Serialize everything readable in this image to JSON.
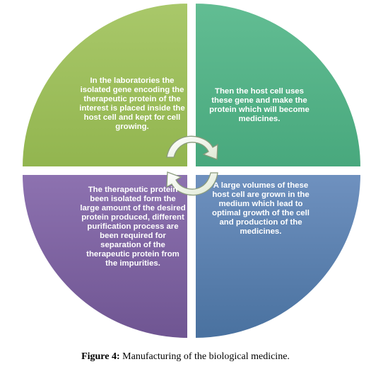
{
  "quadrants": [
    {
      "id": "top-left",
      "text": "In the laboratories the\nisolated gene encoding the\ntherapeutic protein of the\ninterest is placed inside the\nhost cell and kept for cell\ngrowing.",
      "color": "#9bbb59"
    },
    {
      "id": "top-right",
      "text": "Then the host cell uses\nthese gene and make the\nprotein which will become\nmedicines.",
      "color": "#4fb286"
    },
    {
      "id": "bottom-right",
      "text": "A large volumes of these\nhost cell are grown in the\nmedium which lead to\noptimal growth of the cell\nand production of the\nmedicines.",
      "color": "#4f81bd"
    },
    {
      "id": "bottom-left",
      "text": "The therapeutic protein\nbeen isolated form the\nlarge amount of the desired\nprotein produced, different\npurification process are\nbeen required for\nseparation of the\ntherapeutic protein from\nthe impurities.",
      "color": "#8064a2"
    }
  ],
  "caption": {
    "label": "Figure 4:",
    "text": " Manufacturing of the biological medicine."
  }
}
